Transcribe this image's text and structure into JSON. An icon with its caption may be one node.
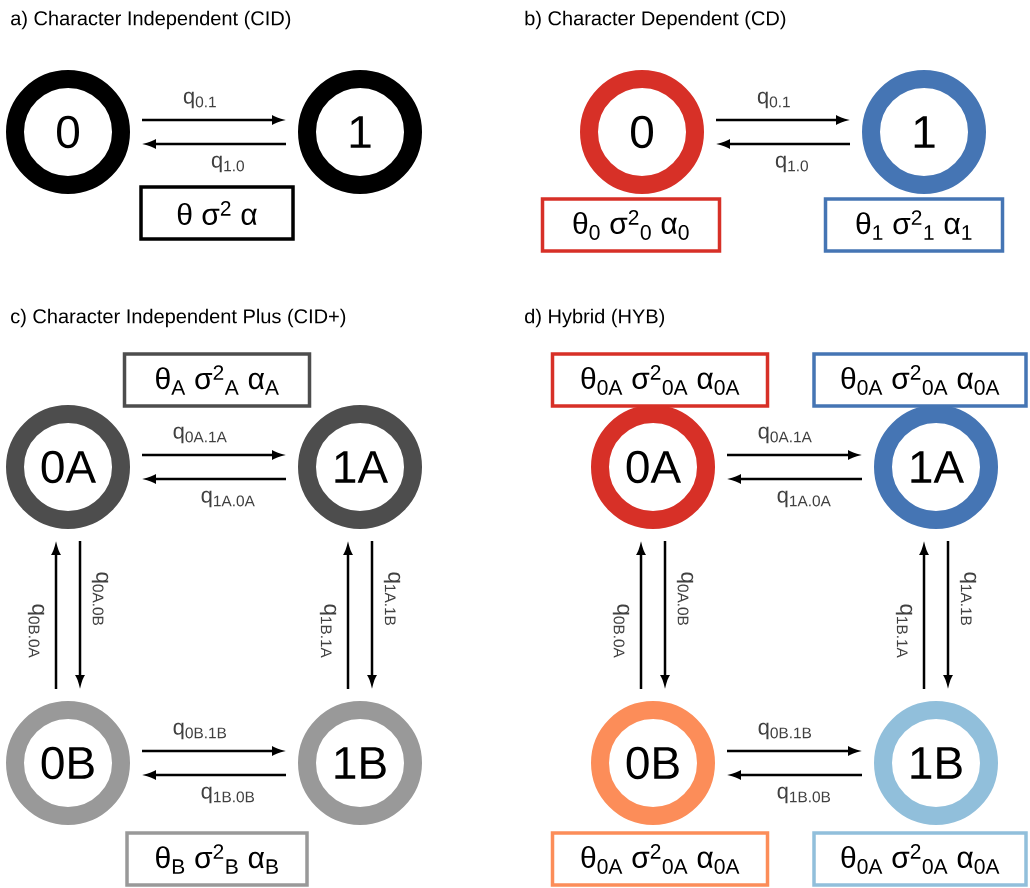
{
  "diagram": {
    "nodes": [
      {
        "text": [
          "0"
        ]
      },
      {
        "text": [
          "1"
        ]
      },
      {
        "text": [
          "θ σ$^{2}$ α"
        ]
      },
      {
        "text": [
          "0"
        ]
      },
      {
        "text": [
          "1"
        ]
      },
      {
        "text": [
          "θ$_{0}$ σ$^{2}$$_{0}$ α$_{0}$"
        ]
      },
      {
        "text": [
          "θ$_{1}$ σ$^{2}$$_{1}$ α$_{1}$"
        ]
      },
      {
        "text": [
          "θ$_{A}$ σ$^{2}$$_{A}$ α$_{A}$"
        ]
      },
      {
        "text": [
          "0A"
        ]
      },
      {
        "text": [
          "1A"
        ]
      },
      {
        "text": [
          "0B"
        ]
      },
      {
        "text": [
          "1B"
        ]
      },
      {
        "text": [
          "θ$_{B}$ σ$^{2}$$_{B}$ α$_{B}$"
        ]
      },
      {
        "text": [
          "θ$_{0A}$ σ$^{2}$$_{0A}$ α$_{0A}$"
        ]
      },
      {
        "text": [
          "θ$_{0A}$ σ$^{2}$$_{0A}$ α$_{0A}$"
        ]
      },
      {
        "text": [
          "0A"
        ]
      },
      {
        "text": [
          "1A"
        ]
      },
      {
        "text": [
          "0B"
        ]
      },
      {
        "text": [
          "1B"
        ]
      },
      {
        "text": [
          "θ$_{0A}$ σ$^{2}$$_{0A}$ α$_{0A}$"
        ]
      },
      {
        "text": [
          "θ$_{0A}$ σ$^{2}$$_{0A}$ α$_{0A}$"
        ]
      }
    ],
    "edges": [
      {
        "from": 0,
        "to": 1,
        "arrow": "to",
        "label": "q$_{0.1}$"
      },
      {
        "from": 1,
        "to": 0,
        "arrow": "to",
        "label": "q$_{1.0}$"
      },
      {
        "from": 3,
        "to": 4,
        "arrow": "to",
        "label": "q$_{0.1}$"
      },
      {
        "from": 4,
        "to": 3,
        "arrow": "to",
        "label": "q$_{1.0}$"
      },
      {
        "from": 8,
        "to": 9,
        "arrow": "to",
        "label": "q$_{0A.1A}$"
      },
      {
        "from": 9,
        "to": 8,
        "arrow": "to",
        "label": "q$_{1A.0A}$"
      },
      {
        "from": 8,
        "to": 10,
        "arrow": "to",
        "label": "q$_{0A.0B}$"
      },
      {
        "from": 10,
        "to": 8,
        "arrow": "to",
        "label": "q$_{0B.0A}$"
      },
      {
        "from": 9,
        "to": 11,
        "arrow": "to",
        "label": "q$_{1A.1B}$"
      },
      {
        "from": 11,
        "to": 9,
        "arrow": "to",
        "label": "q$_{1B.1A}$"
      },
      {
        "from": 10,
        "to": 11,
        "arrow": "to",
        "label": "q$_{0B.1B}$"
      },
      {
        "from": 11,
        "to": 10,
        "arrow": "to",
        "label": "q$_{1B.0B}$"
      },
      {
        "from": 15,
        "to": 16,
        "arrow": "to",
        "label": "q$_{0A.1A}$"
      },
      {
        "from": 16,
        "to": 15,
        "arrow": "to",
        "label": "q$_{1A.0A}$"
      },
      {
        "from": 15,
        "to": 17,
        "arrow": "to",
        "label": "q$_{0A.0B}$"
      },
      {
        "from": 17,
        "to": 15,
        "arrow": "to",
        "label": "q$_{0B.0A}$"
      },
      {
        "from": 16,
        "to": 18,
        "arrow": "to",
        "label": "q$_{1A.1B}$"
      },
      {
        "from": 18,
        "to": 16,
        "arrow": "to",
        "label": "q$_{1B.1A}$"
      },
      {
        "from": 17,
        "to": 18,
        "arrow": "to",
        "label": "q$_{0B.1B}$"
      },
      {
        "from": 18,
        "to": 17,
        "arrow": "to",
        "label": "q$_{1B.0B}$"
      }
    ],
    "labels": [
      "a) Character Independent (CID)",
      "b) Character Dependent (CD)",
      "c) Character Independent Plus (CID+)",
      "d) Hybrid (HYB)"
    ]
  }
}
